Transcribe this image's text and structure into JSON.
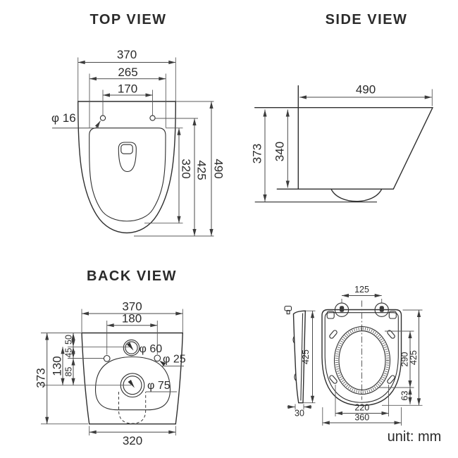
{
  "top_view": {
    "title": "TOP VIEW",
    "dim_width": "370",
    "dim_seat_width": "265",
    "dim_hole_spacing": "170",
    "dim_hole_diameter": "φ 16",
    "dim_seat_depth": "320",
    "dim_rim_depth": "425",
    "dim_total_depth": "490"
  },
  "side_view": {
    "title": "SIDE VIEW",
    "dim_depth": "490",
    "dim_total_height": "373",
    "dim_body_height": "340"
  },
  "back_view": {
    "title": "BACK VIEW",
    "dim_width": "370",
    "dim_hole_spacing": "180",
    "dim_top_to_inlet": "50",
    "dim_inlet_to_holes": "45",
    "dim_holes_to_outlet": "85",
    "dim_inlet_to_outlet": "130",
    "dim_height": "373",
    "dim_inlet_diameter": "φ 60",
    "dim_fixing_hole_diameter": "φ 25",
    "dim_outlet_diameter": "φ 75",
    "dim_bottom_width": "320"
  },
  "seat_view": {
    "dim_hinge_spacing": "125",
    "dim_side_height": "425",
    "dim_side_thickness": "30",
    "dim_opening_length": "290",
    "dim_length": "425",
    "dim_front_offset": "63",
    "dim_opening_width": "220",
    "dim_width": "360"
  },
  "footer": {
    "unit_label": "unit: mm"
  },
  "colors": {
    "line": "#3c3c3c",
    "text": "#2b2b2b",
    "background": "#ffffff"
  }
}
